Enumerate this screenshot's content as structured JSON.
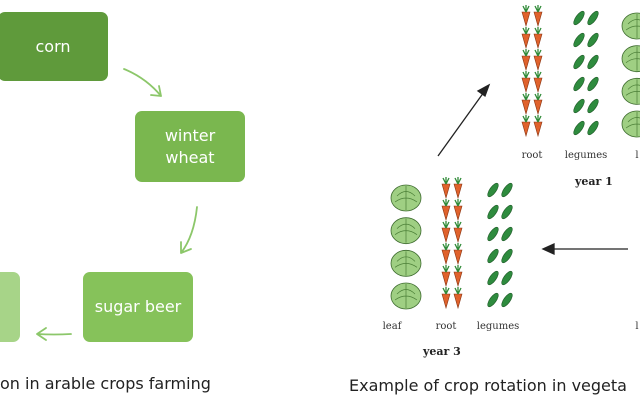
{
  "arable": {
    "boxes": {
      "corn": {
        "label": "corn",
        "color": "#5f9a3b"
      },
      "winter_wheat": {
        "line1": "winter",
        "line2": "wheat",
        "color": "#7ab74f"
      },
      "sugar_beet": {
        "label": "sugar beer",
        "color": "#86c25a"
      },
      "partial": {
        "color": "#a7d488"
      }
    },
    "arrow_color": "#8cc76a",
    "caption": "on in arable crops farming"
  },
  "vegetable": {
    "year1": {
      "title": "year 1",
      "columns": [
        {
          "label": "root",
          "type": "carrot"
        },
        {
          "label": "legumes",
          "type": "pea"
        },
        {
          "label": "l",
          "type": "cabbage"
        }
      ]
    },
    "year3": {
      "title": "year 3",
      "columns": [
        {
          "label": "leaf",
          "type": "cabbage"
        },
        {
          "label": "root",
          "type": "carrot"
        },
        {
          "label": "legumes",
          "type": "pea"
        }
      ]
    },
    "partial_label": "l",
    "caption": "Example of crop rotation in vegeta",
    "colors": {
      "carrot": "#e0622c",
      "leaf": "#2f8a37",
      "cabbage": "#9fcf83",
      "pea": "#2e8b3e"
    }
  }
}
